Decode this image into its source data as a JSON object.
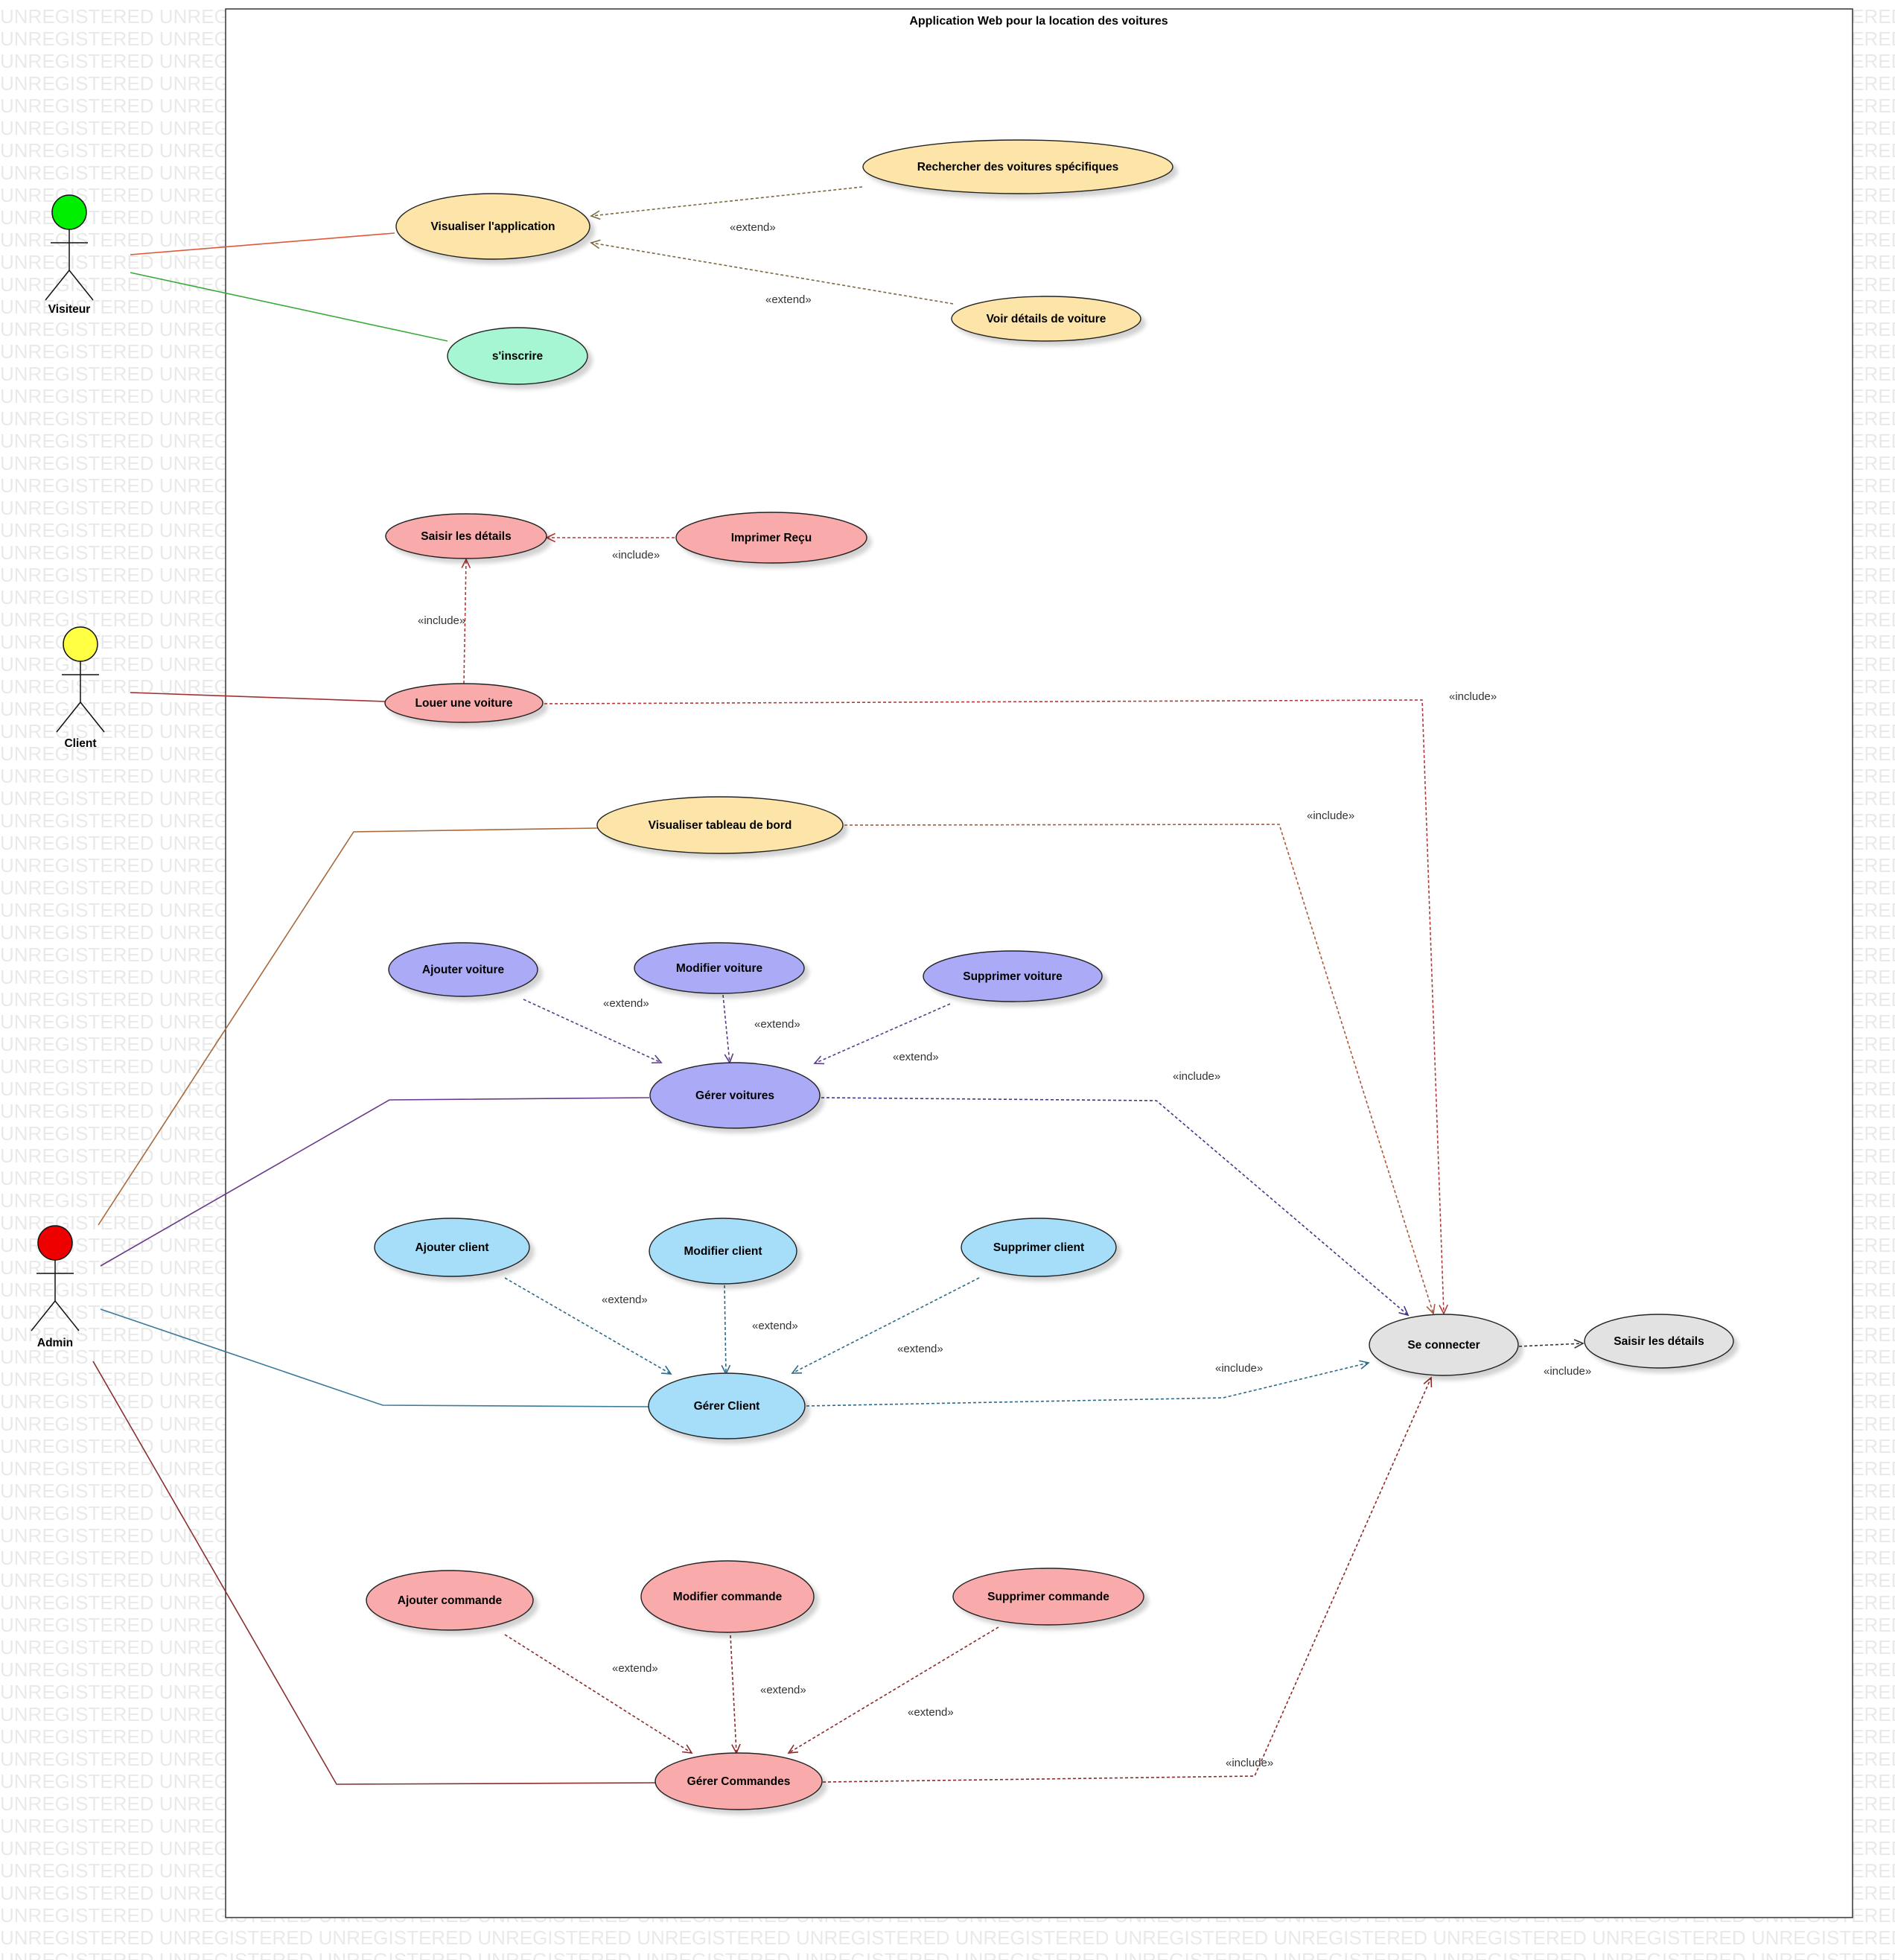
{
  "watermark": "UNREGISTERED",
  "title": "Application Web pour la location des voitures",
  "colors": {
    "yellow": "#fde4a8",
    "green": "#a6f5d3",
    "pink": "#f9aaaa",
    "purple": "#aaaaf7",
    "blue": "#a6ddf8",
    "gray": "#e2e2e2"
  },
  "actors": [
    {
      "id": "visiteur",
      "label": "Visiteur",
      "head_color": "#00ee00"
    },
    {
      "id": "client",
      "label": "Client",
      "head_color": "#ffff44"
    },
    {
      "id": "admin",
      "label": "Admin",
      "head_color": "#ee0000"
    }
  ],
  "usecases": [
    {
      "id": "visualiser_app",
      "label": "Visualiser l'application",
      "fill": "yellow"
    },
    {
      "id": "rechercher",
      "label": "Rechercher des voitures spécifiques",
      "fill": "yellow"
    },
    {
      "id": "voir_details",
      "label": "Voir détails de voiture",
      "fill": "yellow"
    },
    {
      "id": "inscrire",
      "label": "s'inscrire",
      "fill": "green"
    },
    {
      "id": "saisir_details_client",
      "label": "Saisir les détails",
      "fill": "pink"
    },
    {
      "id": "imprimer_recu",
      "label": "Imprimer Reçu",
      "fill": "pink"
    },
    {
      "id": "louer",
      "label": "Louer une voiture",
      "fill": "pink"
    },
    {
      "id": "tableau_bord",
      "label": "Visualiser tableau de bord",
      "fill": "yellow"
    },
    {
      "id": "ajouter_voiture",
      "label": "Ajouter voiture",
      "fill": "purple"
    },
    {
      "id": "modifier_voiture",
      "label": "Modifier voiture",
      "fill": "purple"
    },
    {
      "id": "supprimer_voiture",
      "label": "Supprimer voiture",
      "fill": "purple"
    },
    {
      "id": "gerer_voitures",
      "label": "Gérer voitures",
      "fill": "purple"
    },
    {
      "id": "ajouter_client",
      "label": "Ajouter client",
      "fill": "blue"
    },
    {
      "id": "modifier_client",
      "label": "Modifier client",
      "fill": "blue"
    },
    {
      "id": "supprimer_client",
      "label": "Supprimer client",
      "fill": "blue"
    },
    {
      "id": "gerer_client",
      "label": "Gérer Client",
      "fill": "blue"
    },
    {
      "id": "ajouter_commande",
      "label": "Ajouter commande",
      "fill": "pink"
    },
    {
      "id": "modifier_commande",
      "label": "Modifier commande",
      "fill": "pink"
    },
    {
      "id": "supprimer_commande",
      "label": "Supprimer commande",
      "fill": "pink"
    },
    {
      "id": "gerer_commandes",
      "label": "Gérer Commandes",
      "fill": "pink"
    },
    {
      "id": "se_connecter",
      "label": "Se connecter",
      "fill": "gray"
    },
    {
      "id": "saisir_details_login",
      "label": "Saisir les détails",
      "fill": "gray"
    }
  ],
  "associations": [
    {
      "from": "visiteur",
      "to": "visualiser_app",
      "color": "#e0583a"
    },
    {
      "from": "visiteur",
      "to": "inscrire",
      "color": "#3aa93a"
    },
    {
      "from": "client",
      "to": "louer",
      "color": "#a33030"
    },
    {
      "from": "admin",
      "to": "tableau_bord",
      "color": "#a9683a"
    },
    {
      "from": "admin",
      "to": "gerer_voitures",
      "color": "#6a3a8a"
    },
    {
      "from": "admin",
      "to": "gerer_client",
      "color": "#3a7a9a"
    },
    {
      "from": "admin",
      "to": "gerer_commandes",
      "color": "#8a3030"
    }
  ],
  "dependencies": [
    {
      "id": "ext_rechercher",
      "from": "rechercher",
      "to": "visualiser_app",
      "label": "«extend»",
      "color": "#7a6a3a"
    },
    {
      "id": "ext_voir_details",
      "from": "voir_details",
      "to": "visualiser_app",
      "label": "«extend»",
      "color": "#7a6a3a"
    },
    {
      "id": "inc_imprimer",
      "from": "imprimer_recu",
      "to": "saisir_details_client",
      "label": "«include»",
      "color": "#b03a3a"
    },
    {
      "id": "inc_louer_saisir",
      "from": "louer",
      "to": "saisir_details_client",
      "label": "«include»",
      "color": "#b03a3a"
    },
    {
      "id": "inc_louer_connect",
      "from": "louer",
      "to": "se_connecter",
      "label": "«include»",
      "color": "#b03a3a"
    },
    {
      "id": "inc_tableau_connect",
      "from": "tableau_bord",
      "to": "se_connecter",
      "label": "«include»",
      "color": "#a9583a"
    },
    {
      "id": "ext_ajouter_voiture",
      "from": "ajouter_voiture",
      "to": "gerer_voitures",
      "label": "«extend»",
      "color": "#5a3a8a"
    },
    {
      "id": "ext_modifier_voiture",
      "from": "modifier_voiture",
      "to": "gerer_voitures",
      "label": "«extend»",
      "color": "#5a3a8a"
    },
    {
      "id": "ext_supprimer_voiture",
      "from": "supprimer_voiture",
      "to": "gerer_voitures",
      "label": "«extend»",
      "color": "#5a3a8a"
    },
    {
      "id": "inc_voitures_connect",
      "from": "gerer_voitures",
      "to": "se_connecter",
      "label": "«include»",
      "color": "#3a3a8a"
    },
    {
      "id": "ext_ajouter_client",
      "from": "ajouter_client",
      "to": "gerer_client",
      "label": "«extend»",
      "color": "#2a6a8a"
    },
    {
      "id": "ext_modifier_client",
      "from": "modifier_client",
      "to": "gerer_client",
      "label": "«extend»",
      "color": "#2a6a8a"
    },
    {
      "id": "ext_supprimer_client",
      "from": "supprimer_client",
      "to": "gerer_client",
      "label": "«extend»",
      "color": "#2a6a8a"
    },
    {
      "id": "inc_client_connect",
      "from": "gerer_client",
      "to": "se_connecter",
      "label": "«include»",
      "color": "#2a6a8a"
    },
    {
      "id": "ext_ajouter_commande",
      "from": "ajouter_commande",
      "to": "gerer_commandes",
      "label": "«extend»",
      "color": "#8a2a2a"
    },
    {
      "id": "ext_modifier_commande",
      "from": "modifier_commande",
      "to": "gerer_commandes",
      "label": "«extend»",
      "color": "#8a2a2a"
    },
    {
      "id": "ext_supprimer_commande",
      "from": "supprimer_commande",
      "to": "gerer_commandes",
      "label": "«extend»",
      "color": "#8a2a2a"
    },
    {
      "id": "inc_commandes_connect",
      "from": "gerer_commandes",
      "to": "se_connecter",
      "label": "«include»",
      "color": "#8a2a2a"
    },
    {
      "id": "inc_connect_saisir",
      "from": "se_connecter",
      "to": "saisir_details_login",
      "label": "«include»",
      "color": "#333333"
    }
  ]
}
